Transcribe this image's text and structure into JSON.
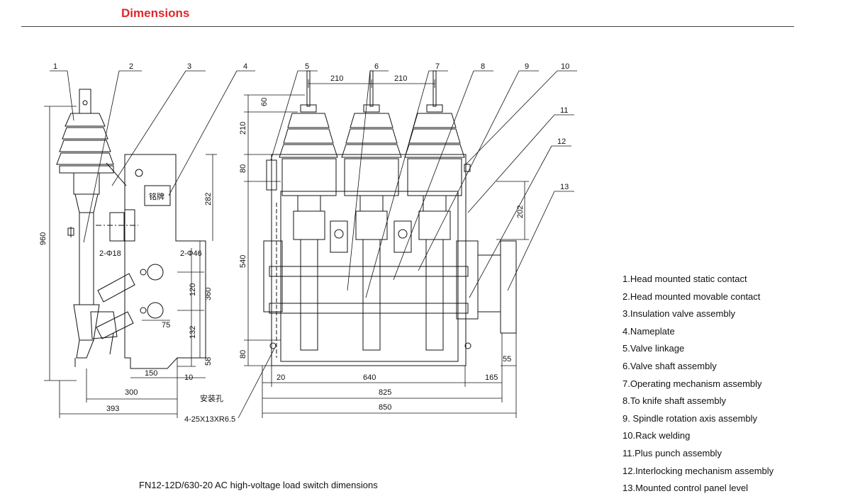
{
  "header": {
    "title": "Dimensions"
  },
  "callouts": [
    "1",
    "2",
    "3",
    "4",
    "5",
    "6",
    "7",
    "8",
    "9",
    "10",
    "11",
    "12",
    "13"
  ],
  "dimensions": {
    "d960": "960",
    "d282": "282",
    "d2phi18": "2-Φ18",
    "d2phi46": "2-Φ46",
    "d120": "120",
    "d360": "360",
    "d75": "75",
    "d132": "132",
    "d58": "58",
    "d150": "150",
    "d10": "10",
    "d300": "300",
    "d393": "393",
    "hole_label": "安装孔",
    "hole_spec": "4-25X13XR6.5",
    "d60": "60",
    "d210v": "210",
    "d80top": "80",
    "d540": "540",
    "d80bot": "80",
    "d210a": "210",
    "d210b": "210",
    "d202": "202",
    "d55": "55",
    "d20": "20",
    "d640": "640",
    "d165": "165",
    "d825": "825",
    "d850": "850",
    "nameplate": "铭牌"
  },
  "caption": "FN12-12D/630-20 AC high-voltage load switch dimensions",
  "legend": [
    "1.Head mounted static contact",
    "2.Head mounted movable contact",
    "3.Insulation valve assembly",
    "4.Nameplate",
    "5.Valve linkage",
    "6.Valve shaft assembly",
    "7.Operating mechanism assembly",
    "8.To knife shaft assembly",
    "9. Spindle rotation axis assembly",
    "10.Rack welding",
    "11.Plus punch assembly",
    "12.Interlocking mechanism assembly",
    "13.Mounted control panel level"
  ]
}
